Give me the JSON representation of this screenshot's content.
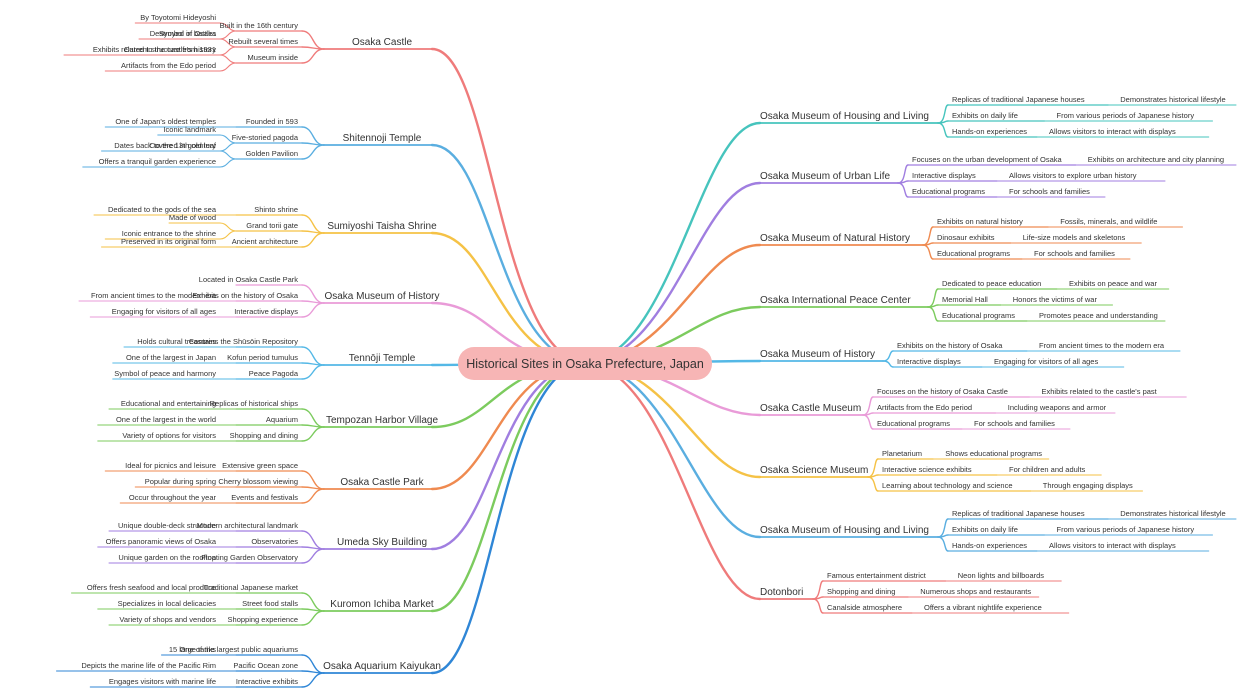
{
  "root": "Historical Sites in Osaka Prefecture, Japan",
  "colors": {
    "root_fill": "#f7b5b5",
    "palette": [
      "#ef7b7b",
      "#5aaee0",
      "#f5c246",
      "#e99bd8",
      "#54b8e6",
      "#7ccb5e",
      "#ef8a50",
      "#a07ee0",
      "#46c4bd",
      "#2f86d6"
    ]
  },
  "left": [
    {
      "label": "Osaka Castle",
      "children": [
        {
          "label": "Built in the 16th century",
          "children": [
            "By Toyotomi Hideyoshi",
            "Symbol of Osaka"
          ]
        },
        {
          "label": "Rebuilt several times",
          "children": [
            "Destroyed in battles",
            "Current structure from 1931"
          ]
        },
        {
          "label": "Museum inside",
          "children": [
            "Exhibits related to the castle's history",
            "Artifacts from the Edo period"
          ]
        }
      ]
    },
    {
      "label": "Shitennoji Temple",
      "children": [
        {
          "label": "Founded in 593",
          "children": [
            "One of Japan's oldest temples"
          ]
        },
        {
          "label": "Five-storied pagoda",
          "children": [
            "Iconic landmark",
            "Dates back to the 13th century"
          ]
        },
        {
          "label": "Golden Pavilion",
          "children": [
            "Covered in gold leaf",
            "Offers a tranquil garden experience"
          ]
        }
      ]
    },
    {
      "label": "Sumiyoshi Taisha Shrine",
      "children": [
        {
          "label": "Shinto shrine",
          "children": [
            "Dedicated to the gods of the sea"
          ]
        },
        {
          "label": "Grand torii gate",
          "children": [
            "Made of wood",
            "Iconic entrance to the shrine"
          ]
        },
        {
          "label": "Ancient architecture",
          "children": [
            "Preserved in its original form"
          ]
        }
      ]
    },
    {
      "label": "Osaka Museum of History",
      "children": [
        {
          "label": "Located in Osaka Castle Park",
          "children": []
        },
        {
          "label": "Exhibits on the history of Osaka",
          "children": [
            "From ancient times to the modern era"
          ]
        },
        {
          "label": "Interactive displays",
          "children": [
            "Engaging for visitors of all ages"
          ]
        }
      ]
    },
    {
      "label": "Tennōji Temple",
      "children": [
        {
          "label": "Contains the Shūsōin Repository",
          "children": [
            "Holds cultural treasures"
          ]
        },
        {
          "label": "Kofun period tumulus",
          "children": [
            "One of the largest in Japan"
          ]
        },
        {
          "label": "Peace Pagoda",
          "children": [
            "Symbol of peace and harmony"
          ]
        }
      ]
    },
    {
      "label": "Tempozan Harbor Village",
      "children": [
        {
          "label": "Replicas of historical ships",
          "children": [
            "Educational and entertaining"
          ]
        },
        {
          "label": "Aquarium",
          "children": [
            "One of the largest in the world"
          ]
        },
        {
          "label": "Shopping and dining",
          "children": [
            "Variety of options for visitors"
          ]
        }
      ]
    },
    {
      "label": "Osaka Castle Park",
      "children": [
        {
          "label": "Extensive green space",
          "children": [
            "Ideal for picnics and leisure"
          ]
        },
        {
          "label": "Cherry blossom viewing",
          "children": [
            "Popular during spring"
          ]
        },
        {
          "label": "Events and festivals",
          "children": [
            "Occur throughout the year"
          ]
        }
      ]
    },
    {
      "label": "Umeda Sky Building",
      "children": [
        {
          "label": "Modern architectural landmark",
          "children": [
            "Unique double-deck structure"
          ]
        },
        {
          "label": "Observatories",
          "children": [
            "Offers panoramic views of Osaka"
          ]
        },
        {
          "label": "Floating Garden Observatory",
          "children": [
            "Unique garden on the rooftop"
          ]
        }
      ]
    },
    {
      "label": "Kuromon Ichiba Market",
      "children": [
        {
          "label": "Traditional Japanese market",
          "children": [
            "Offers fresh seafood and local produce"
          ]
        },
        {
          "label": "Street food stalls",
          "children": [
            "Specializes in local delicacies"
          ]
        },
        {
          "label": "Shopping experience",
          "children": [
            "Variety of shops and vendors"
          ]
        }
      ]
    },
    {
      "label": "Osaka Aquarium Kaiyukan",
      "children": [
        {
          "label": "One of the largest public aquariums",
          "children": [
            "15 large tanks"
          ]
        },
        {
          "label": "Pacific Ocean zone",
          "children": [
            "Depicts the marine life of the Pacific Rim"
          ]
        },
        {
          "label": "Interactive exhibits",
          "children": [
            "Engages visitors with marine life"
          ]
        }
      ]
    }
  ],
  "right": [
    {
      "label": "Osaka Museum of Housing and Living",
      "children": [
        {
          "label": "Replicas of traditional Japanese houses",
          "children": [
            "Demonstrates historical lifestyle"
          ]
        },
        {
          "label": "Exhibits on daily life",
          "children": [
            "From various periods of Japanese history"
          ]
        },
        {
          "label": "Hands-on experiences",
          "children": [
            "Allows visitors to interact with displays"
          ]
        }
      ]
    },
    {
      "label": "Osaka Museum of Urban Life",
      "children": [
        {
          "label": "Focuses on the urban development of Osaka",
          "children": [
            "Exhibits on architecture and city planning"
          ]
        },
        {
          "label": "Interactive displays",
          "children": [
            "Allows visitors to explore urban history"
          ]
        },
        {
          "label": "Educational programs",
          "children": [
            "For schools and families"
          ]
        }
      ]
    },
    {
      "label": "Osaka Museum of Natural History",
      "children": [
        {
          "label": "Exhibits on natural history",
          "children": [
            "Fossils, minerals, and wildlife"
          ]
        },
        {
          "label": "Dinosaur exhibits",
          "children": [
            "Life-size models and skeletons"
          ]
        },
        {
          "label": "Educational programs",
          "children": [
            "For schools and families"
          ]
        }
      ]
    },
    {
      "label": "Osaka International Peace Center",
      "children": [
        {
          "label": "Dedicated to peace education",
          "children": [
            "Exhibits on peace and war"
          ]
        },
        {
          "label": "Memorial Hall",
          "children": [
            "Honors the victims of war"
          ]
        },
        {
          "label": "Educational programs",
          "children": [
            "Promotes peace and understanding"
          ]
        }
      ]
    },
    {
      "label": "Osaka Museum of History",
      "children": [
        {
          "label": "Exhibits on the history of Osaka",
          "children": [
            "From ancient times to the modern era"
          ]
        },
        {
          "label": "Interactive displays",
          "children": [
            "Engaging for visitors of all ages"
          ]
        }
      ]
    },
    {
      "label": "Osaka Castle Museum",
      "children": [
        {
          "label": "Focuses on the history of Osaka Castle",
          "children": [
            "Exhibits related to the castle's past"
          ]
        },
        {
          "label": "Artifacts from the Edo period",
          "children": [
            "Including weapons and armor"
          ]
        },
        {
          "label": "Educational programs",
          "children": [
            "For schools and families"
          ]
        }
      ]
    },
    {
      "label": "Osaka Science Museum",
      "children": [
        {
          "label": "Planetarium",
          "children": [
            "Shows educational programs"
          ]
        },
        {
          "label": "Interactive science exhibits",
          "children": [
            "For children and adults"
          ]
        },
        {
          "label": "Learning about technology and science",
          "children": [
            "Through engaging displays"
          ]
        }
      ]
    },
    {
      "label": "Osaka Museum of Housing and Living",
      "children": [
        {
          "label": "Replicas of traditional Japanese houses",
          "children": [
            "Demonstrates historical lifestyle"
          ]
        },
        {
          "label": "Exhibits on daily life",
          "children": [
            "From various periods of Japanese history"
          ]
        },
        {
          "label": "Hands-on experiences",
          "children": [
            "Allows visitors to interact with displays"
          ]
        }
      ]
    },
    {
      "label": "Dotonbori",
      "children": [
        {
          "label": "Famous entertainment district",
          "children": [
            "Neon lights and billboards"
          ]
        },
        {
          "label": "Shopping and dining",
          "children": [
            "Numerous shops and restaurants"
          ]
        },
        {
          "label": "Canalside atmosphere",
          "children": [
            "Offers a vibrant nightlife experience"
          ]
        }
      ]
    }
  ]
}
